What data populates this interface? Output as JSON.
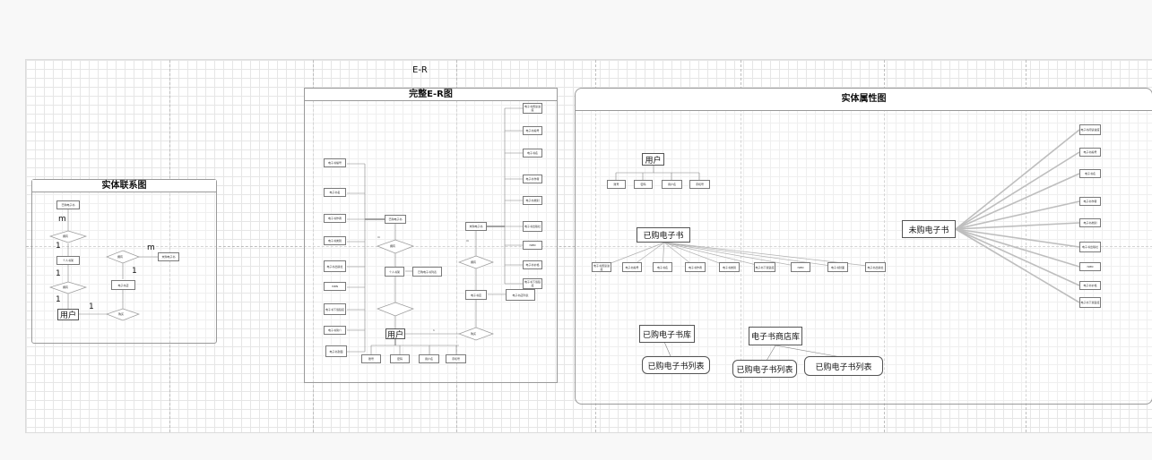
{
  "page": {
    "title": "E-R"
  },
  "frames": {
    "relation": "实体联系图",
    "full_er": "完整E-R图",
    "attribute": "实体属性图"
  },
  "relation": {
    "user": "用户",
    "card": {
      "m1": "m",
      "one1": "1",
      "one2": "1",
      "one3": "1",
      "one4": "1",
      "one5": "1",
      "m2": "m"
    },
    "small": [
      "已购电子书",
      "拥有",
      "个人书架",
      "拥有",
      "电子书店",
      "拥有",
      "未购电子书",
      "购买"
    ]
  },
  "full_er": {
    "user": "用户",
    "card": {
      "m": "m",
      "one": "1"
    },
    "left_attrs": [
      "电子书编号",
      "电子书名",
      "电子书作者",
      "电子书类别",
      "电子书出版社",
      "ISBN",
      "电子书下载链接",
      "电子书简介",
      "电子书封面"
    ],
    "right_attrs": [
      "电子书阅读进度",
      "电子书编号",
      "电子书名",
      "电子书作者",
      "电子书类别",
      "电子书出版社",
      "ISBN",
      "电子书价格",
      "电子书下载链接"
    ],
    "nodes": [
      "已购电子书",
      "拥有",
      "个人书架",
      "已购电子书列表",
      "未购电子书",
      "拥有",
      "电子书店",
      "电子书店列表",
      "购买"
    ],
    "user_attrs": [
      "账号",
      "密码",
      "用户名",
      "手机号"
    ]
  },
  "attribute": {
    "user": "用户",
    "user_attrs": [
      "账号",
      "密码",
      "用户名",
      "手机号"
    ],
    "bought": "已购电子书",
    "bought_attrs": [
      "电子书阅读进度",
      "电子书编号",
      "电子书名",
      "电子书作者",
      "电子书类别",
      "电子书下载链接",
      "ISBN",
      "电子书封面",
      "电子书出版社"
    ],
    "unbought": "未购电子书",
    "unbought_attrs": [
      "电子书阅读进度",
      "电子书编号",
      "电子书名",
      "电子书作者",
      "电子书类别",
      "电子书出版社",
      "ISBN",
      "电子书价格",
      "电子书下载链接"
    ],
    "lib": "已购电子书库",
    "lib_list": "已购电子书列表",
    "shop": "电子书商店库",
    "shop_list1": "已购电子书列表",
    "shop_list2": "已购电子书列表"
  }
}
